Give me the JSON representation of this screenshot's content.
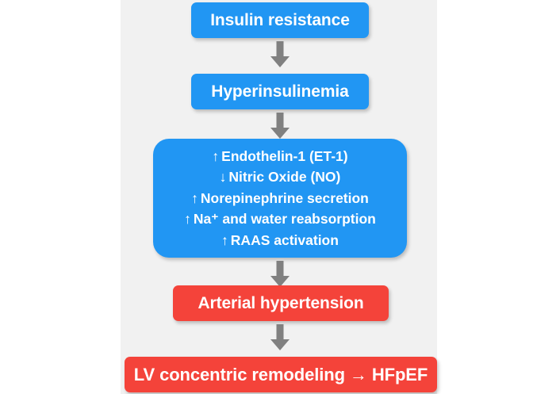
{
  "diagram": {
    "title": "Insulin resistance to HFpEF pathway flowchart",
    "orientation": "vertical top-to-bottom",
    "colors": {
      "canvas_background": "#f1f1f1",
      "page_background": "#ffffff",
      "node_blue": "#2196f3",
      "node_red": "#f4433a",
      "connector_gray": "#808080",
      "node_text": "#ffffff"
    },
    "nodes": [
      {
        "id": "insulin-resistance",
        "label": "Insulin resistance",
        "color": "#2196f3",
        "shape": "rounded-rectangle"
      },
      {
        "id": "hyperinsulinemia",
        "label": "Hyperinsulinemia",
        "color": "#2196f3",
        "shape": "rounded-rectangle"
      },
      {
        "id": "mediators",
        "color": "#2196f3",
        "shape": "rounded-rectangle-large",
        "lines": [
          {
            "direction": "up",
            "arrow": "↑",
            "text": "Endothelin-1 (ET-1)"
          },
          {
            "direction": "down",
            "arrow": "↓",
            "text": "Nitric Oxide (NO)"
          },
          {
            "direction": "up",
            "arrow": "↑",
            "text": "Norepinephrine secretion"
          },
          {
            "direction": "up",
            "arrow": "↑",
            "text": "Na⁺ and water reabsorption"
          },
          {
            "direction": "up",
            "arrow": "↑",
            "text": "RAAS activation"
          }
        ]
      },
      {
        "id": "arterial-hypertension",
        "label": "Arterial hypertension",
        "color": "#f4433a",
        "shape": "rounded-rectangle"
      },
      {
        "id": "lv-remodeling",
        "label": "LV concentric remodeling → HFpEF",
        "color": "#f4433a",
        "shape": "rounded-rectangle"
      }
    ],
    "connectors": [
      {
        "id": "connector-1",
        "from": "insulin-resistance",
        "to": "hyperinsulinemia",
        "style": "block-arrow-down",
        "color": "#808080"
      },
      {
        "id": "connector-2",
        "from": "hyperinsulinemia",
        "to": "mediators",
        "style": "block-arrow-down",
        "color": "#808080"
      },
      {
        "id": "connector-3",
        "from": "mediators",
        "to": "arterial-hypertension",
        "style": "block-arrow-down",
        "color": "#808080"
      },
      {
        "id": "connector-4",
        "from": "arterial-hypertension",
        "to": "lv-remodeling",
        "style": "block-arrow-down",
        "color": "#808080"
      }
    ]
  }
}
